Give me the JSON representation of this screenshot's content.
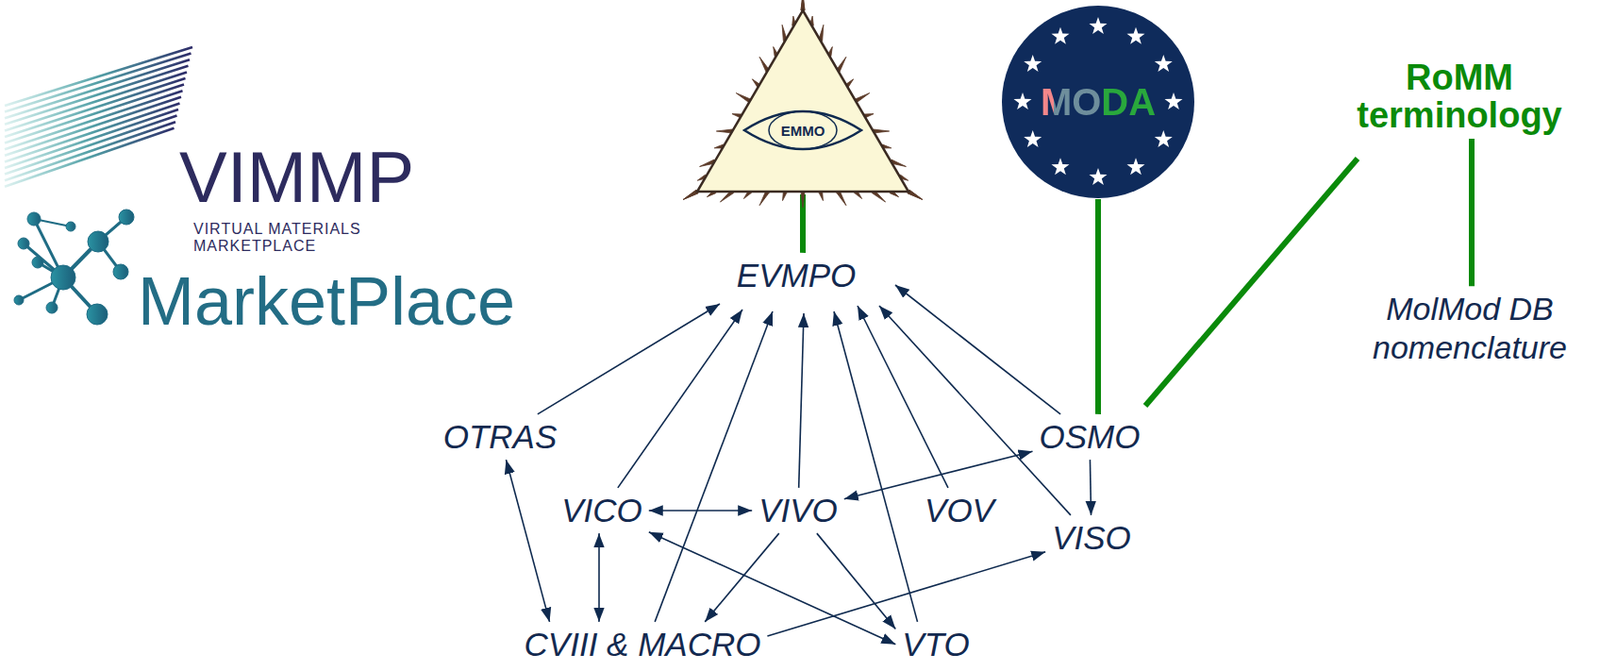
{
  "diagram": {
    "nodes": [
      {
        "text": [
          "EMMO"
        ]
      },
      {
        "text": [
          "MODA"
        ]
      },
      {
        "text": [
          "RoMM terminology"
        ]
      },
      {
        "text": [
          "EVMPO"
        ]
      },
      {
        "text": [
          "OTRAS"
        ]
      },
      {
        "text": [
          "OSMO"
        ]
      },
      {
        "text": [
          "VICO"
        ]
      },
      {
        "text": [
          "VIVO"
        ]
      },
      {
        "text": [
          "VOV"
        ]
      },
      {
        "text": [
          "VISO"
        ]
      },
      {
        "text": [
          "CVIII & MACRO"
        ]
      },
      {
        "text": [
          "VTO"
        ]
      },
      {
        "text": [
          "MolMod DB nomenclature"
        ]
      }
    ],
    "edges": [
      {
        "from": 0,
        "to": 3,
        "arrow": "none"
      },
      {
        "from": 1,
        "to": 5,
        "arrow": "none"
      },
      {
        "from": 2,
        "to": 5,
        "arrow": "none"
      },
      {
        "from": 2,
        "to": 12,
        "arrow": "none"
      },
      {
        "from": 4,
        "to": 3,
        "arrow": "to"
      },
      {
        "from": 6,
        "to": 3,
        "arrow": "to"
      },
      {
        "from": 10,
        "to": 3,
        "arrow": "to"
      },
      {
        "from": 7,
        "to": 3,
        "arrow": "to"
      },
      {
        "from": 11,
        "to": 3,
        "arrow": "to"
      },
      {
        "from": 8,
        "to": 3,
        "arrow": "to"
      },
      {
        "from": 9,
        "to": 3,
        "arrow": "to"
      },
      {
        "from": 5,
        "to": 3,
        "arrow": "to"
      },
      {
        "from": 5,
        "to": 7,
        "arrow": "both"
      },
      {
        "from": 5,
        "to": 9,
        "arrow": "to"
      },
      {
        "from": 6,
        "to": 7,
        "arrow": "both"
      },
      {
        "from": 4,
        "to": 10,
        "arrow": "both"
      },
      {
        "from": 6,
        "to": 10,
        "arrow": "both"
      },
      {
        "from": 7,
        "to": 10,
        "arrow": "to"
      },
      {
        "from": 7,
        "to": 11,
        "arrow": "to"
      },
      {
        "from": 6,
        "to": 11,
        "arrow": "both"
      },
      {
        "from": 10,
        "to": 9,
        "arrow": "to"
      }
    ],
    "labels": [
      "VIMMP",
      "VIRTUAL MATERIALS MARKETPLACE",
      "MarketPlace"
    ]
  }
}
